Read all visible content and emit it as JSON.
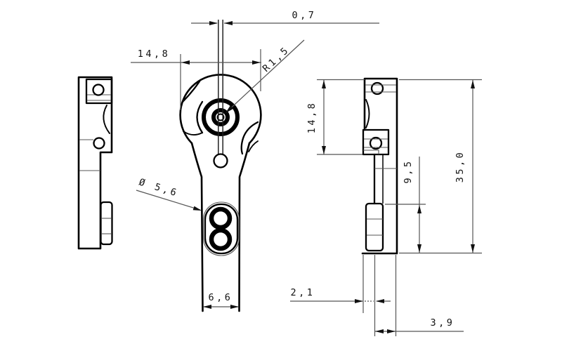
{
  "drawing": {
    "type": "technical-drawing",
    "views": [
      "left-side-view",
      "front-view",
      "right-side-view"
    ],
    "dimensions": {
      "slot_width": "0,7",
      "head_diameter": "14,8",
      "center_hole_radius": "R1,5",
      "bottom_hole_diameter": "Ø 5,6",
      "stem_width": "6,6",
      "pivot_section_height": "14,8",
      "lower_boss_height": "9,5",
      "overall_height": "35,0",
      "face_offset": "2,1",
      "mid_section_width": "3,9"
    },
    "colors": {
      "outline": "#000000",
      "dimension_line": "#555555",
      "background": "#ffffff"
    }
  }
}
